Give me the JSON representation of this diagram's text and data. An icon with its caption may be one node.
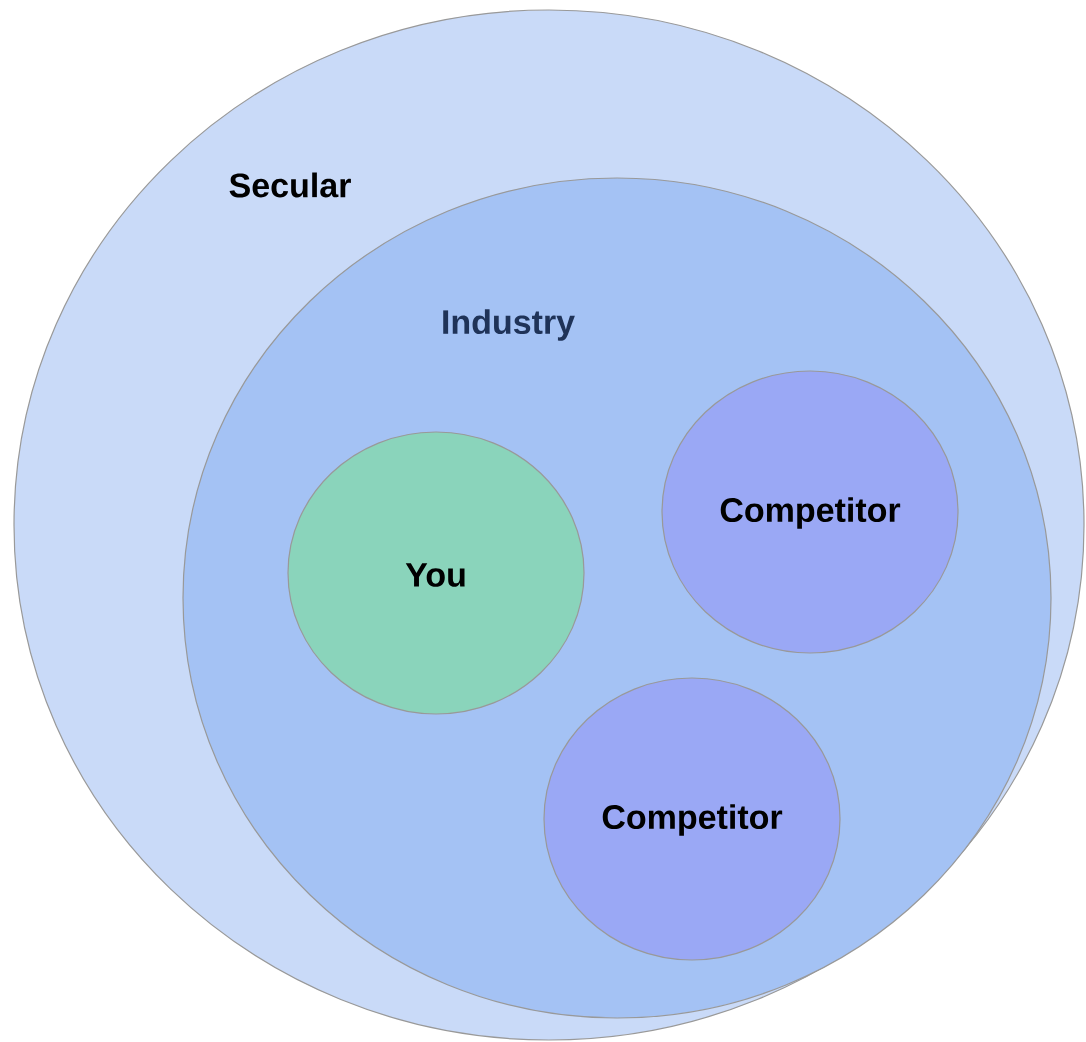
{
  "diagram": {
    "nodes": [
      {
        "text": [
          "Secular"
        ]
      },
      {
        "text": [
          "Industry"
        ],
        "in": 0
      },
      {
        "text": [
          "You"
        ],
        "in": 1
      },
      {
        "text": [
          "Competitor"
        ],
        "in": 1
      },
      {
        "text": [
          "Competitor"
        ],
        "in": 1
      }
    ]
  }
}
